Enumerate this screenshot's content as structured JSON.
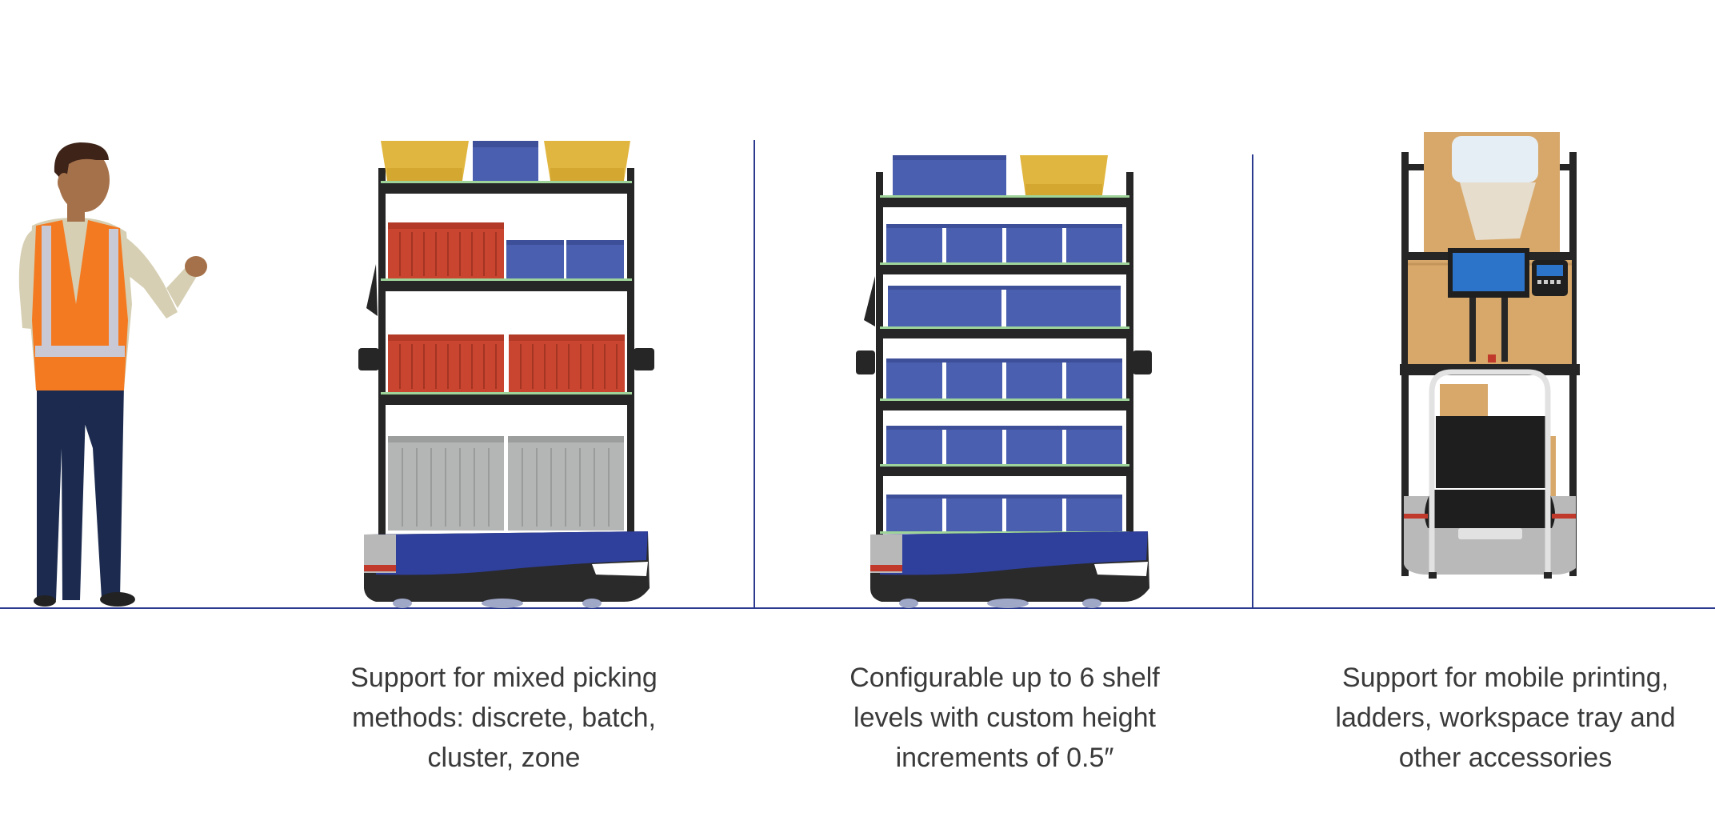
{
  "captions": [
    {
      "lines": [
        "Support for mixed picking",
        "methods: discrete, batch,",
        "cluster, zone"
      ]
    },
    {
      "lines": [
        "Configurable up to 6 shelf",
        "levels with custom height",
        "increments of 0.5″"
      ]
    },
    {
      "lines": [
        "Support for mobile printing,",
        "ladders, workspace tray and",
        "other accessories"
      ]
    }
  ],
  "colors": {
    "divider": "#2b3a8f",
    "bin_blue": "#4a5fb0",
    "bin_yellow": "#e1b640",
    "bin_red": "#c9452f",
    "bin_gray": "#b4b6b5",
    "frame": "#262626",
    "robot_base": "#2f3f9c",
    "vest": "#f47a22",
    "pants": "#1b2a4e"
  },
  "illustrations": [
    "worker-figure",
    "robot-mixed-bins",
    "robot-six-shelves",
    "robot-accessories"
  ]
}
